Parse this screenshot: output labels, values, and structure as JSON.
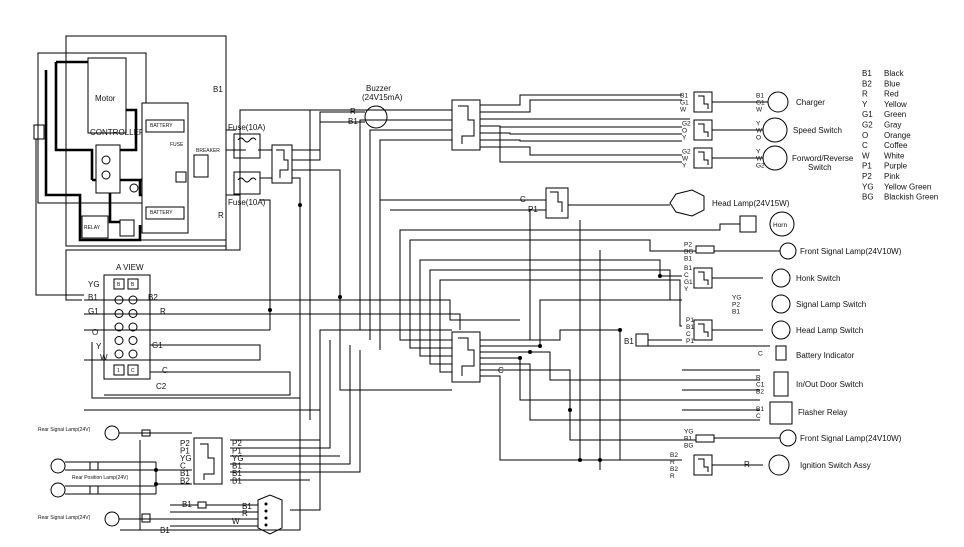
{
  "legend": [
    {
      "code": "B1",
      "name": "Black"
    },
    {
      "code": "B2",
      "name": "Blue"
    },
    {
      "code": "R",
      "name": "Red"
    },
    {
      "code": "Y",
      "name": "Yellow"
    },
    {
      "code": "G1",
      "name": "Green"
    },
    {
      "code": "G2",
      "name": "Gray"
    },
    {
      "code": "O",
      "name": "Orange"
    },
    {
      "code": "C",
      "name": "Coffee"
    },
    {
      "code": "W",
      "name": "White"
    },
    {
      "code": "P1",
      "name": "Purple"
    },
    {
      "code": "P2",
      "name": "Pink"
    },
    {
      "code": "YG",
      "name": "Yellow Green"
    },
    {
      "code": "BG",
      "name": "Blackish Green"
    }
  ],
  "controller": {
    "motor": "Motor",
    "controller": "CONTROLLER",
    "battery1": "BATTERY",
    "battery2": "BATTERY",
    "fuse": "FUSE",
    "breaker": "BREAKER",
    "relay": "RELAY",
    "wire_b1": "B1",
    "wire_r": "R"
  },
  "fuses": {
    "fuse1": "Fuse(10A)",
    "fuse2": "Fuse(10A)"
  },
  "buzzer": {
    "title": "Buzzer",
    "rating": "(24V15mA)",
    "pin_r": "R",
    "pin_b1": "B1"
  },
  "aview": {
    "title": "A VIEW",
    "left_labels": [
      "YG",
      "B1",
      "G1",
      "O",
      "Y",
      "W"
    ],
    "right_labels": [
      "B2",
      "R",
      "G1",
      "C",
      "C2"
    ],
    "cell_b": "B",
    "cell_c": "C",
    "cell_1": "1",
    "cell_b2": "B"
  },
  "components": [
    {
      "label": "Charger",
      "pins": [
        "B1",
        "G1",
        "W"
      ],
      "out": [
        "B1",
        "G1",
        "W"
      ]
    },
    {
      "label": "Speed Switch",
      "pins": [
        "G2",
        "O",
        "Y"
      ],
      "out": [
        "Y",
        "W",
        "O"
      ]
    },
    {
      "label": "Forword/Reverse Switch",
      "pins": [
        "G2",
        "W",
        "Y"
      ],
      "out": [
        "Y",
        "W",
        "G2"
      ]
    },
    {
      "label": "Head Lamp(24V15W)",
      "pins": [
        "C",
        "P1"
      ]
    },
    {
      "label": "Horn"
    },
    {
      "label": "Front Signal Lamp(24V10W)",
      "pins": [
        "P2",
        "BG",
        "B1"
      ]
    },
    {
      "label": "Honk Switch",
      "pins": [
        "B1",
        "C",
        "G1",
        "Y"
      ]
    },
    {
      "label": "Signal Lamp Switch",
      "pins": [
        "YG",
        "P2",
        "B1"
      ]
    },
    {
      "label": "Head Lamp Switch",
      "pins": [
        "P1",
        "B1",
        "C",
        "P1"
      ]
    },
    {
      "label": "Battery Indicator",
      "pins": [
        "C"
      ]
    },
    {
      "label": "In/Out Door Switch",
      "pins": [
        "R",
        "C1",
        "B2"
      ]
    },
    {
      "label": "Flasher Relay",
      "pins": [
        "B1",
        "C"
      ]
    },
    {
      "label": "Front Signal Lamp(24V10W)",
      "pins": [
        "YG",
        "B1",
        "BG"
      ]
    },
    {
      "label": "Ignition Switch Assy",
      "pins": [
        "B2",
        "R",
        "B2",
        "R"
      ]
    }
  ],
  "rear": {
    "lamps": [
      "Rear Signal Lamp(24V)",
      "Rear Position Lamp(24V)",
      "Rear Signal Lamp(24V)"
    ],
    "connector_left": [
      "P2",
      "P1",
      "YG",
      "C",
      "B1",
      "B2"
    ],
    "connector_right": [
      "P2",
      "P1",
      "YG",
      "B1",
      "B1",
      "B1"
    ],
    "bottom_labels": [
      "B1",
      "B1",
      "R",
      "W",
      "B1"
    ]
  },
  "misc_labels": {
    "c_head": "C",
    "p1_head": "P1",
    "c_mid": "C",
    "b1_mid": "B1",
    "r_mid": "R",
    "b1_right": "B1"
  }
}
